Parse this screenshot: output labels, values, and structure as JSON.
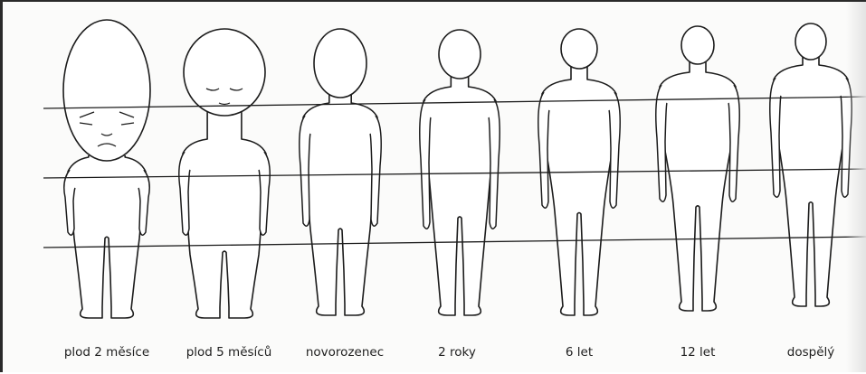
{
  "labels": {
    "fetus_2_months": "plod 2 měsíce",
    "fetus_5_months": "plod 5 měsíců",
    "newborn": "novorozenec",
    "age_2_years": "2 roky",
    "age_6_years": "6 let",
    "age_12_years": "12 let",
    "adult": "dospělý"
  },
  "colors": {
    "line": "#1c1c1c",
    "figure_fill": "#ffffff",
    "caption": "#1e1e1e"
  }
}
